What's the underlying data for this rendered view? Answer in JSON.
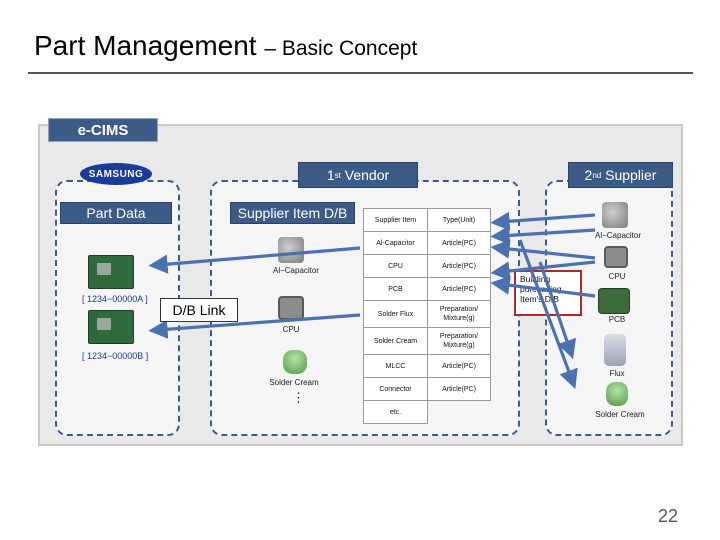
{
  "title": {
    "main": "Part Management",
    "sub": "– Basic Concept"
  },
  "ecims": {
    "label": "e-CIMS"
  },
  "samsung_logo": "SAMSUNG",
  "labels": {
    "part_data": "Part Data",
    "supplier_item_db": "Supplier Item D/B",
    "vendor1_prefix": "1",
    "vendor1_sup": "st",
    "vendor1_suffix": " Vendor",
    "vendor2_prefix": "2",
    "vendor2_sup": "nd",
    "vendor2_suffix": " Supplier",
    "db_link": "D/B Link",
    "building": "Building purchasing Item's D/B"
  },
  "part_numbers": [
    "[ 1234−00000A ]",
    "[ 1234−00000B ]"
  ],
  "vendor_components": [
    "Al−Capacitor",
    "CPU",
    "Solder Cream"
  ],
  "supplier_components": [
    "Al−Capacitor",
    "CPU",
    "PCB",
    "Flux",
    "Solder Cream"
  ],
  "ellipsis": "⋮",
  "spec_table": {
    "header": [
      "Supplier Item",
      "Type(Unit)"
    ],
    "rows": [
      [
        "Al-Capacitor",
        "Article(PC)"
      ],
      [
        "CPU",
        "Article(PC)"
      ],
      [
        "PCB",
        "Article(PC)"
      ],
      [
        "Solder Flux",
        "Preparation/ Mixture(g)"
      ],
      [
        "Solder Cream",
        "Preparation/ Mixture(g)"
      ],
      [
        "MLCC",
        "Article(PC)"
      ],
      [
        "Connector",
        "Article(PC)"
      ],
      [
        "etc.",
        ""
      ]
    ]
  },
  "page_number": "22",
  "colors": {
    "accent": "#3d5b87",
    "arrow": "#4a72b0",
    "highlight_border": "#b02a2a"
  }
}
